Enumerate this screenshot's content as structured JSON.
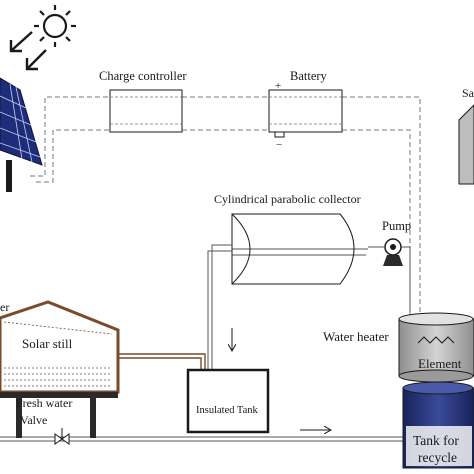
{
  "labels": {
    "charge_controller": "Charge controller",
    "battery": "Battery",
    "battery_plus": "+",
    "battery_minus": "−",
    "salt_tank_partial": "Sa",
    "collector": "Cylindrical parabolic collector",
    "pump": "Pump",
    "water_heater": "Water heater",
    "element": "Element",
    "solar_still": "Solar still",
    "still_partial": "er",
    "insulated_tank": "Insulated Tank",
    "fresh_water": "Fresh water",
    "valve": "Valve",
    "recycle_tank_line1": "Tank for",
    "recycle_tank_line2": "recycle"
  },
  "icons": [
    "sun-icon",
    "sunlight-arrow-icon",
    "solar-panel-icon",
    "pump-icon",
    "valve-icon",
    "flow-arrow-icon"
  ],
  "colors": {
    "line": "#1a1a1a",
    "dashed_wire": "#777777",
    "panel_blue": "#1e2d7a",
    "pipe_brown": "#7a4a2a",
    "tank_gray": "#b8b8b8",
    "recycle_blue": "#1f2b6e"
  }
}
